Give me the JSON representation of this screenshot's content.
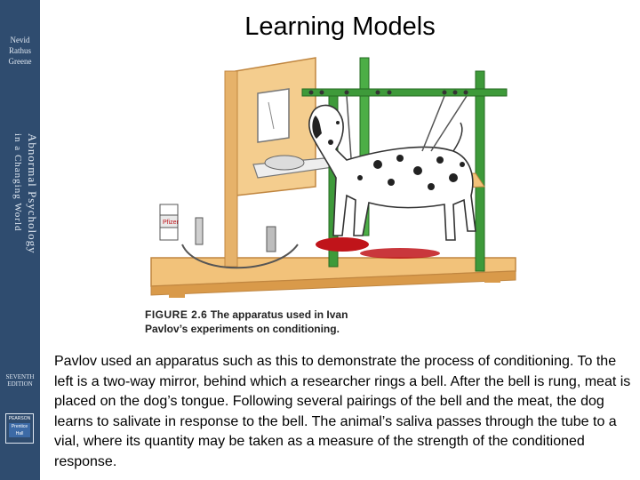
{
  "slide": {
    "title": "Learning Models",
    "caption_figure": "FIGURE 2.6",
    "caption_text_line1": "The apparatus used in Ivan",
    "caption_text_line2": "Pavlov’s experiments on conditioning.",
    "body": "Pavlov used an apparatus such as this to demonstrate the process of conditioning. To the left is a two-way mirror, behind which a researcher rings a bell. After the bell is rung, meat is placed on the dog’s tongue. Following several pairings of the bell and the meat, the dog learns to salivate in response to the bell. The animal’s saliva passes through the tube to a vial, where its quantity may be taken as a measure of the strength of the conditioned response."
  },
  "sidebar": {
    "authors": [
      "Nevid",
      "Rathus",
      "Greene"
    ],
    "book_title_line1": "Abnormal Psychology",
    "book_title_line2": "in a Changing World",
    "edition_line1": "SEVENTH",
    "edition_line2": "EDITION",
    "publisher": "PEARSON",
    "publisher_sub_line1": "Prentice",
    "publisher_sub_line2": "Hall"
  },
  "figure": {
    "vial_label": "Pfizer",
    "icons": [
      "dog-illustration",
      "mirror-icon",
      "bowl-icon",
      "vial-icon",
      "tube-icon",
      "frame-icon"
    ]
  },
  "colors": {
    "sidebar_bg": "#2f4c6f",
    "wood": "#f2c27a",
    "wood_dark": "#d99a4a",
    "frame_green": "#3e9a3a",
    "meat_red": "#c0141a"
  }
}
